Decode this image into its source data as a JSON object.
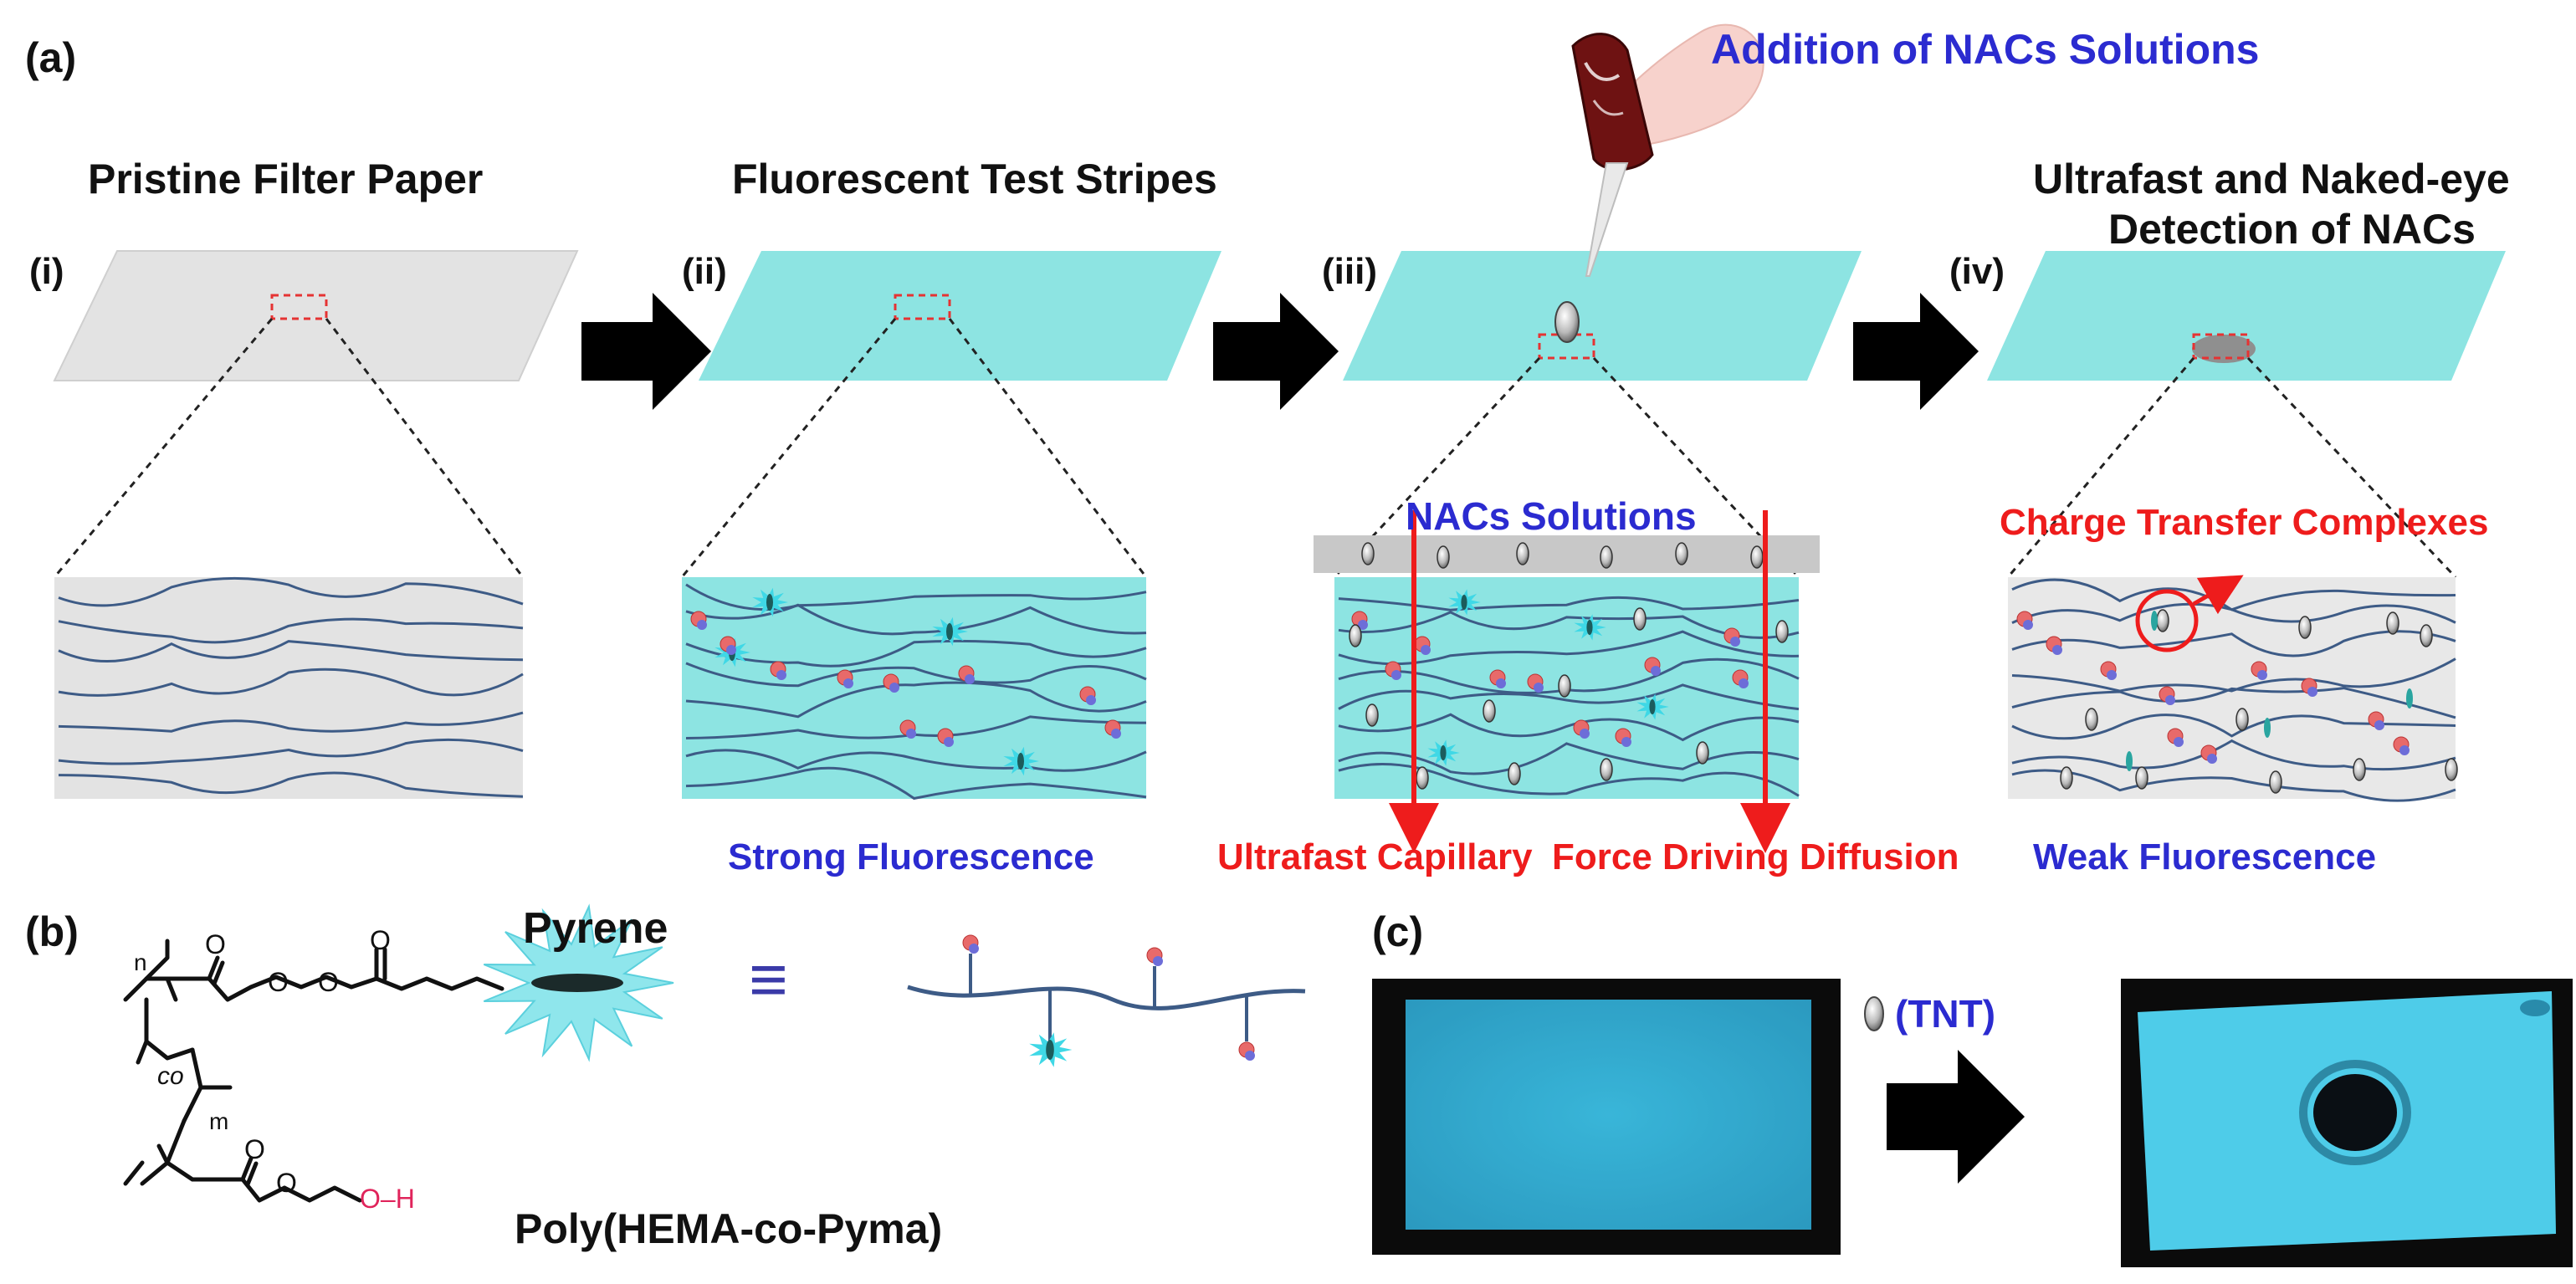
{
  "panel_labels": {
    "a": "(a)",
    "b": "(b)",
    "c": "(c)"
  },
  "steps": [
    {
      "roman": "(i)",
      "title": "Pristine Filter Paper"
    },
    {
      "roman": "(ii)",
      "title": "Fluorescent Test Stripes",
      "caption": "Strong Fluorescence"
    },
    {
      "roman": "(iii)",
      "top_label": "Addition of NACs Solutions",
      "solution_label": "NACs Solutions",
      "caption_left": "Ultrafast Capillary",
      "caption_right": "Force Driving Diffusion"
    },
    {
      "roman": "(iv)",
      "title_line1": "Ultrafast and Naked-eye",
      "title_line2": "Detection of NACs",
      "callout": "Charge Transfer Complexes",
      "caption": "Weak Fluorescence"
    }
  ],
  "structure": {
    "pyrene_label": "Pyrene",
    "polymer_name": "Poly(HEMA-co-Pyma)",
    "equals": "≡",
    "repeat_n": "n",
    "repeat_m": "m",
    "co": "co",
    "oh": "O–H"
  },
  "photo_panel": {
    "reagent": "(TNT)"
  },
  "colors": {
    "paper_gray": "#e3e3e3",
    "paper_cyan": "#8de4e2",
    "fiber": "#3d5b86",
    "accent_red": "#ee1c1c",
    "accent_blue": "#2b2bd0",
    "strip_blue": "#2fb6dd"
  }
}
